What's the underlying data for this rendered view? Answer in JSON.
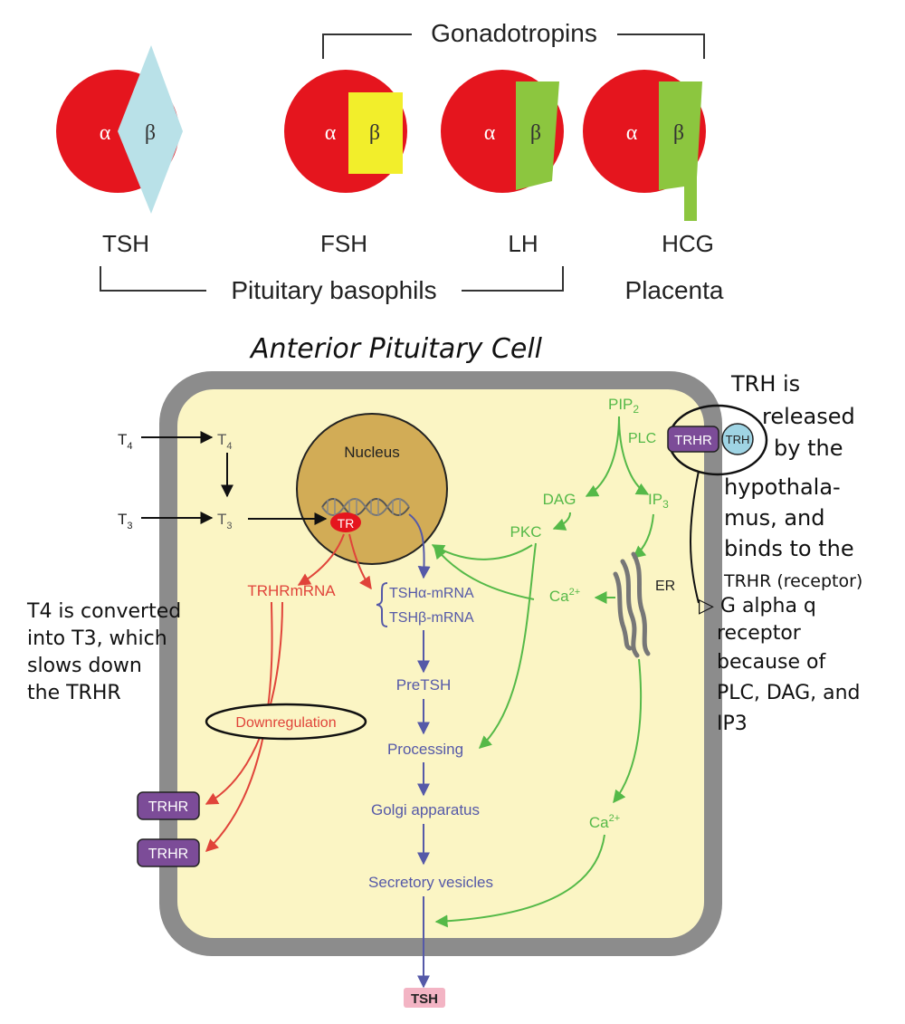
{
  "hormones": {
    "group_gonadotropins": "Gonadotropins",
    "group_pituitary": "Pituitary basophils",
    "group_placenta": "Placenta",
    "alpha": "α",
    "beta": "β",
    "items": [
      {
        "name": "TSH",
        "beta_color": "#b9e1e8"
      },
      {
        "name": "FSH",
        "beta_color": "#f2ee2b"
      },
      {
        "name": "LH",
        "beta_color": "#8cc63f"
      },
      {
        "name": "HCG",
        "beta_color": "#8cc63f"
      }
    ],
    "alpha_color": "#e5151e"
  },
  "cell": {
    "title": "Anterior Pituitary Cell",
    "nucleus": "Nucleus",
    "tr": "TR",
    "t4_out": "T4",
    "t4_in": "T4",
    "t3_out": "T3",
    "t3_in": "T3",
    "trhr_mrna": "TRHRmRNA",
    "tsha_mrna": "TSHα-mRNA",
    "tshb_mrna": "TSHβ-mRNA",
    "pretsh": "PreTSH",
    "processing": "Processing",
    "golgi": "Golgi apparatus",
    "vesicles": "Secretory vesicles",
    "tsh_out": "TSH",
    "downregulation": "Downregulation",
    "trhr_1": "TRHR",
    "trhr_2": "TRHR",
    "pip2": "PIP2",
    "plc": "PLC",
    "dag": "DAG",
    "ip3": "IP3",
    "pkc": "PKC",
    "ca_1": "Ca2+",
    "ca_2": "Ca2+",
    "er": "ER",
    "receptor": "TRHR",
    "trh": "TRH"
  },
  "notes": {
    "left": [
      "T4 is converted",
      "into T3, which",
      "slows down",
      "the TRHR"
    ],
    "right_top": [
      "TRH is",
      "released",
      "by the",
      "hypothala-",
      "mus, and",
      "binds to the",
      "TRHR (receptor)"
    ],
    "right_bottom": [
      "▷ G alpha q",
      "receptor",
      "because of",
      "PLC, DAG, and",
      "IP3"
    ]
  },
  "colors": {
    "membrane": "#8c8c8c",
    "cytoplasm": "#fbf5c4",
    "nucleus": "#d2ac56",
    "red_path": "#e0443a",
    "blue_path": "#5559a8",
    "green_path": "#55b948",
    "receptor": "#7c4c98",
    "trh_ball": "#9fd4e4"
  }
}
